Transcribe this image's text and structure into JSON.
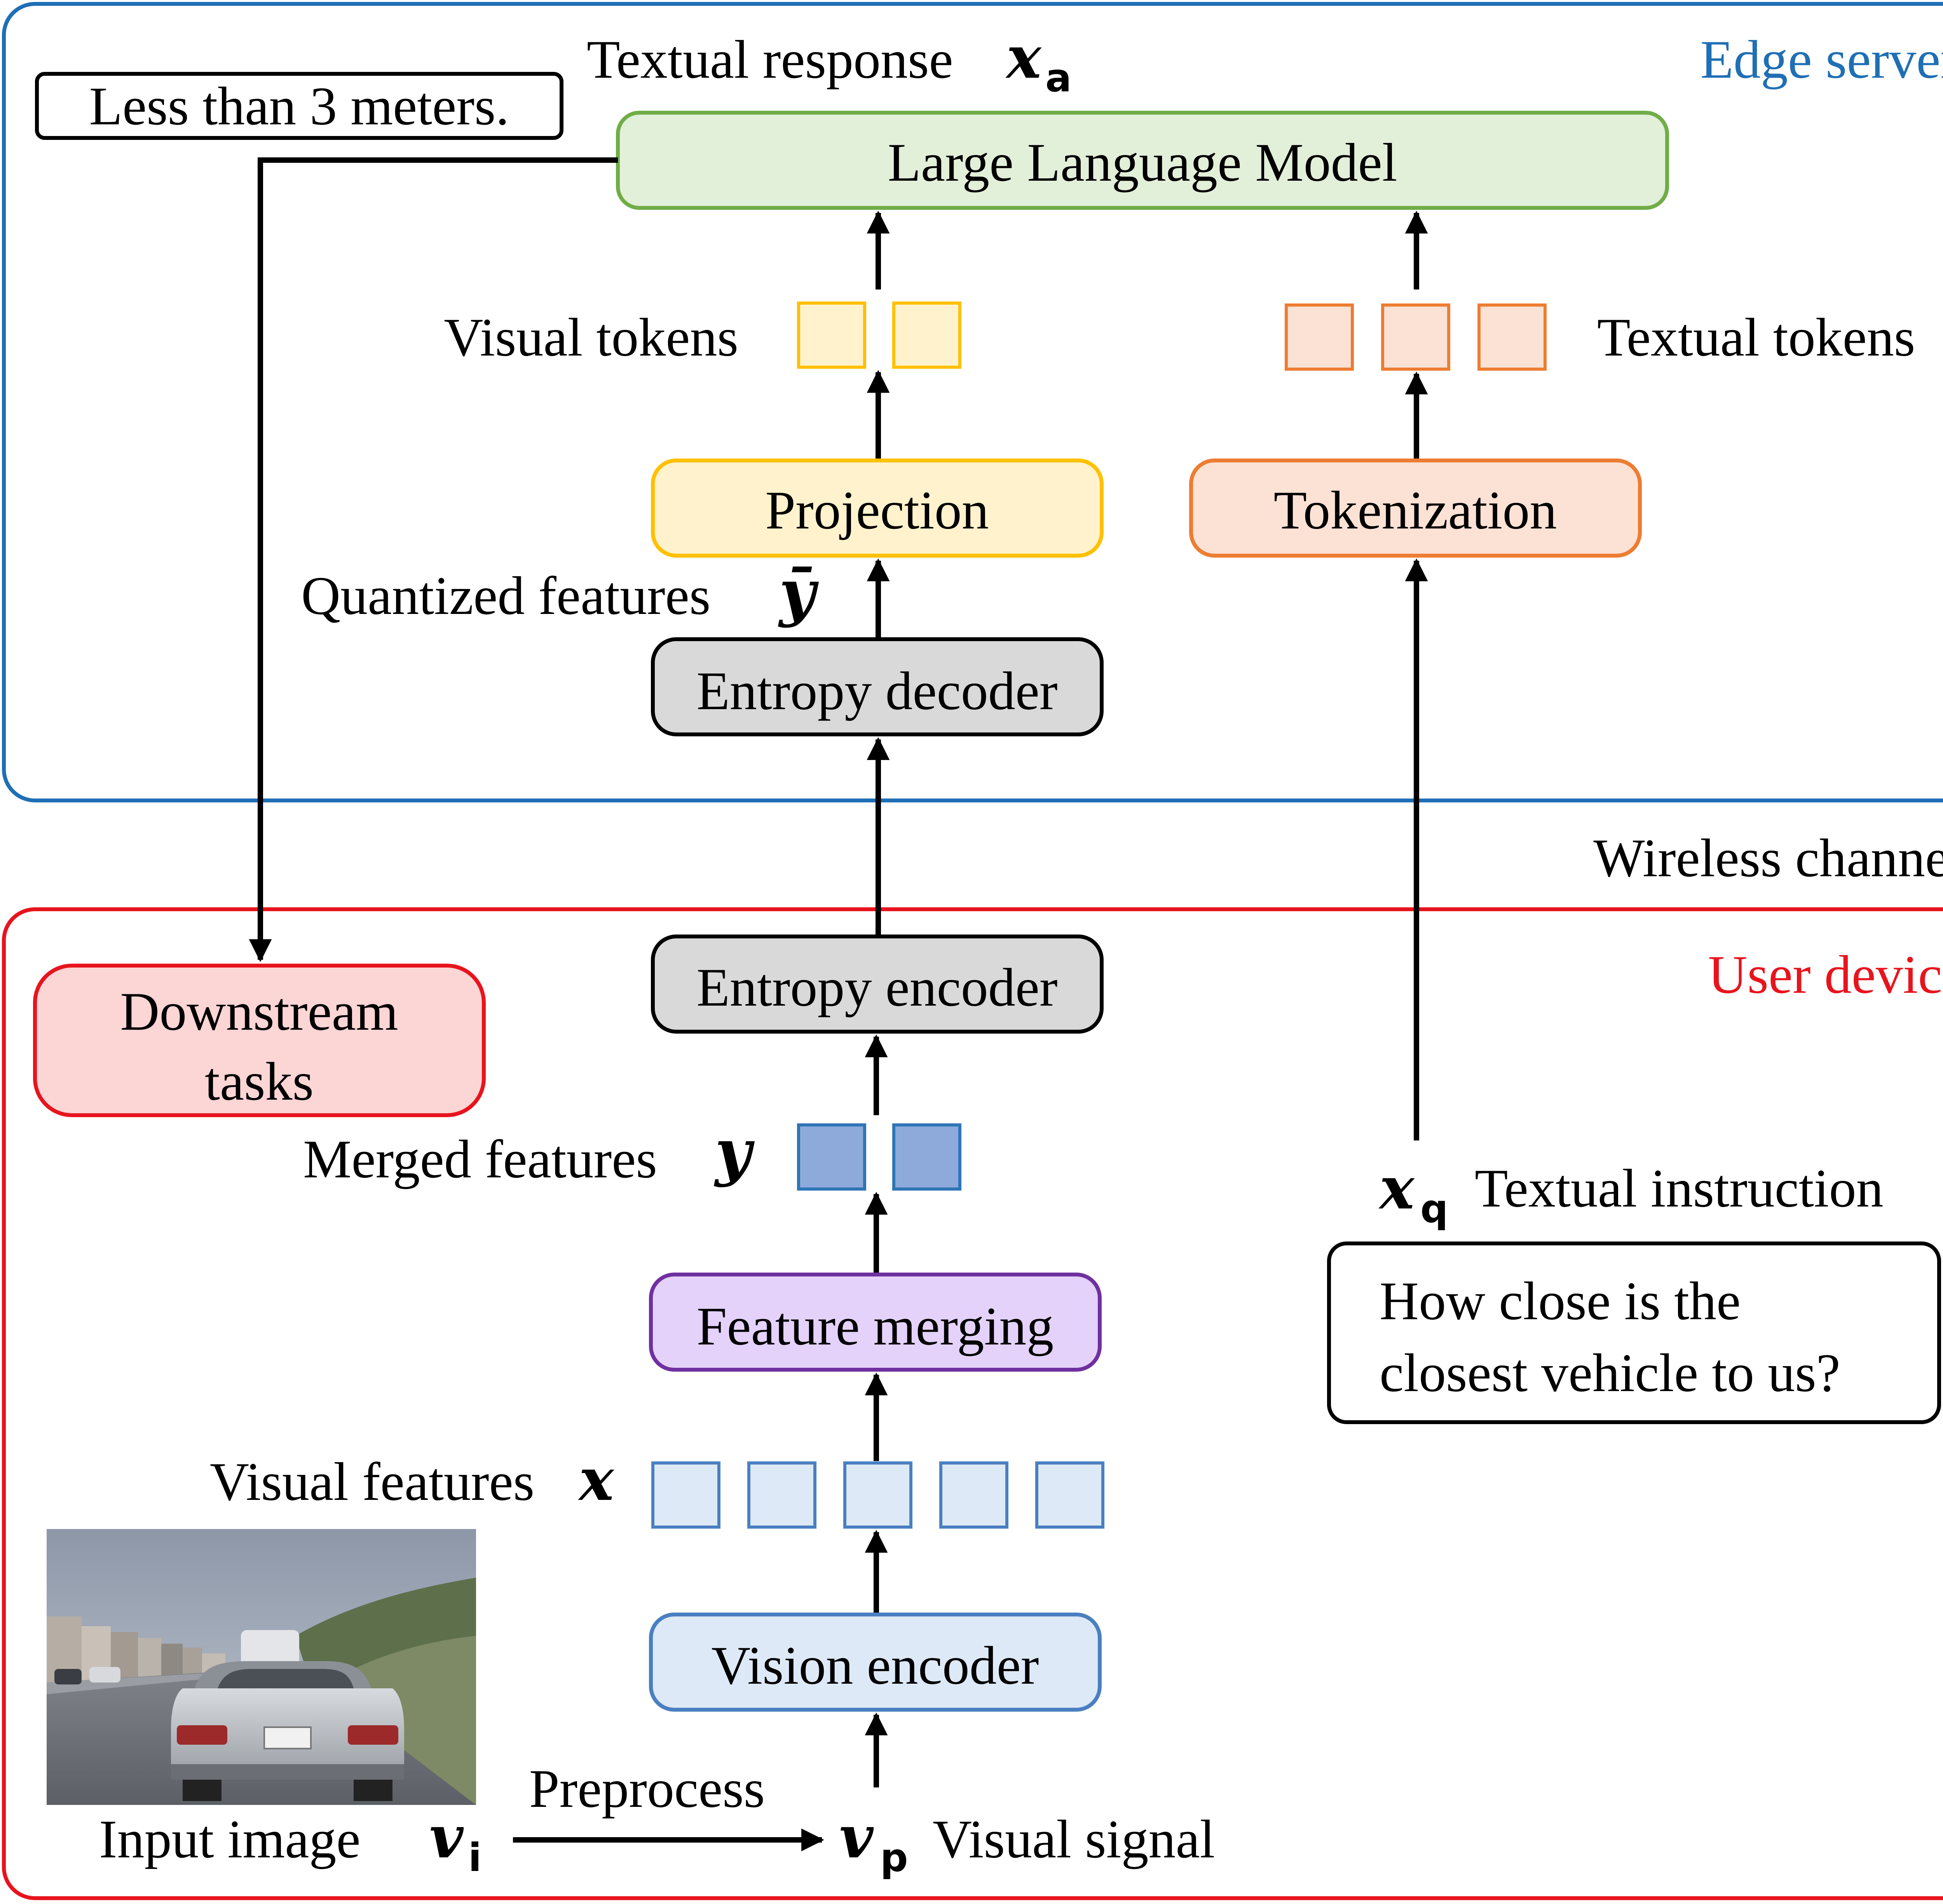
{
  "regions": {
    "edge_server": "Edge server",
    "wireless_channel": "Wireless channel",
    "user_device": "User device"
  },
  "edge": {
    "response_label": "Textual response",
    "response_symbol": "x",
    "response_sub": "a",
    "answer": "Less than 3 meters.",
    "llm": "Large Language Model",
    "visual_tokens_label": "Visual tokens",
    "textual_tokens_label": "Textual tokens",
    "projection": "Projection",
    "tokenization": "Tokenization",
    "quantized_label": "Quantized features",
    "quantized_symbol": "ȳ",
    "entropy_decoder": "Entropy decoder"
  },
  "device": {
    "entropy_encoder": "Entropy encoder",
    "downstream_line1": "Downstream",
    "downstream_line2": "tasks",
    "merged_label": "Merged features",
    "merged_symbol": "y",
    "instruction_symbol": "x",
    "instruction_sub": "q",
    "instruction_label": "Textual instruction",
    "question_line1": "How close is the",
    "question_line2": "closest vehicle to us?",
    "feature_merging": "Feature merging",
    "visual_features_label": "Visual features",
    "visual_features_symbol": "x",
    "vision_encoder": "Vision encoder",
    "input_image_label": "Input image",
    "input_symbol": "v",
    "input_sub": "i",
    "preprocess": "Preprocess",
    "signal_symbol": "v",
    "signal_sub": "p",
    "signal_label": "Visual signal"
  },
  "colors": {
    "edge_border": "#1f6fb5",
    "device_border": "#e8141d",
    "llm_fill": "#e2efd9",
    "llm_border": "#70ad47",
    "projection_fill": "#fff2cc",
    "projection_border": "#ffc000",
    "tokenization_fill": "#fbe2d5",
    "tokenization_border": "#ed7d31",
    "entropy_fill": "#d9d9d9",
    "downstream_fill": "#fcd5d5",
    "merging_fill": "#e4d2fa",
    "merging_border": "#7030a0",
    "encoder_fill": "#dde9f6",
    "encoder_border": "#4a7fc1",
    "merged_token_fill": "#8eaadb",
    "merged_token_border": "#2e75b6"
  }
}
